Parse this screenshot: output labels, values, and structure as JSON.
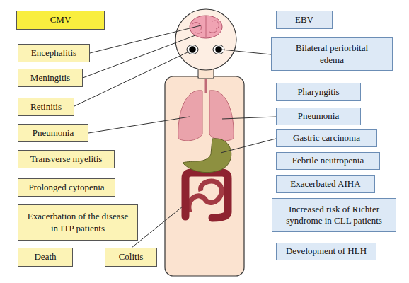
{
  "diagram": {
    "nodes": [
      {
        "text": [
          "CMV"
        ]
      },
      {
        "text": [
          "EBV"
        ]
      },
      {
        "text": [
          "Encephalitis"
        ]
      },
      {
        "text": [
          "Meningitis"
        ]
      },
      {
        "text": [
          "Retinitis"
        ]
      },
      {
        "text": [
          "Pneumonia"
        ]
      },
      {
        "text": [
          "Transverse myelitis"
        ]
      },
      {
        "text": [
          "Prolonged cytopenia"
        ]
      },
      {
        "text": [
          "Exacerbation of the disease in ITP patients"
        ]
      },
      {
        "text": [
          "Death"
        ]
      },
      {
        "text": [
          "Colitis"
        ]
      },
      {
        "text": [
          "Bilateral periorbital edema"
        ]
      },
      {
        "text": [
          "Pharyngitis"
        ]
      },
      {
        "text": [
          "Pneumonia"
        ]
      },
      {
        "text": [
          "Gastric carcinoma"
        ]
      },
      {
        "text": [
          "Febrile neutropenia"
        ]
      },
      {
        "text": [
          "Exacerbated AIHA"
        ]
      },
      {
        "text": [
          "Increased risk of Richter syndrome in CLL patients"
        ]
      },
      {
        "text": [
          "Development of HLH"
        ]
      }
    ]
  }
}
